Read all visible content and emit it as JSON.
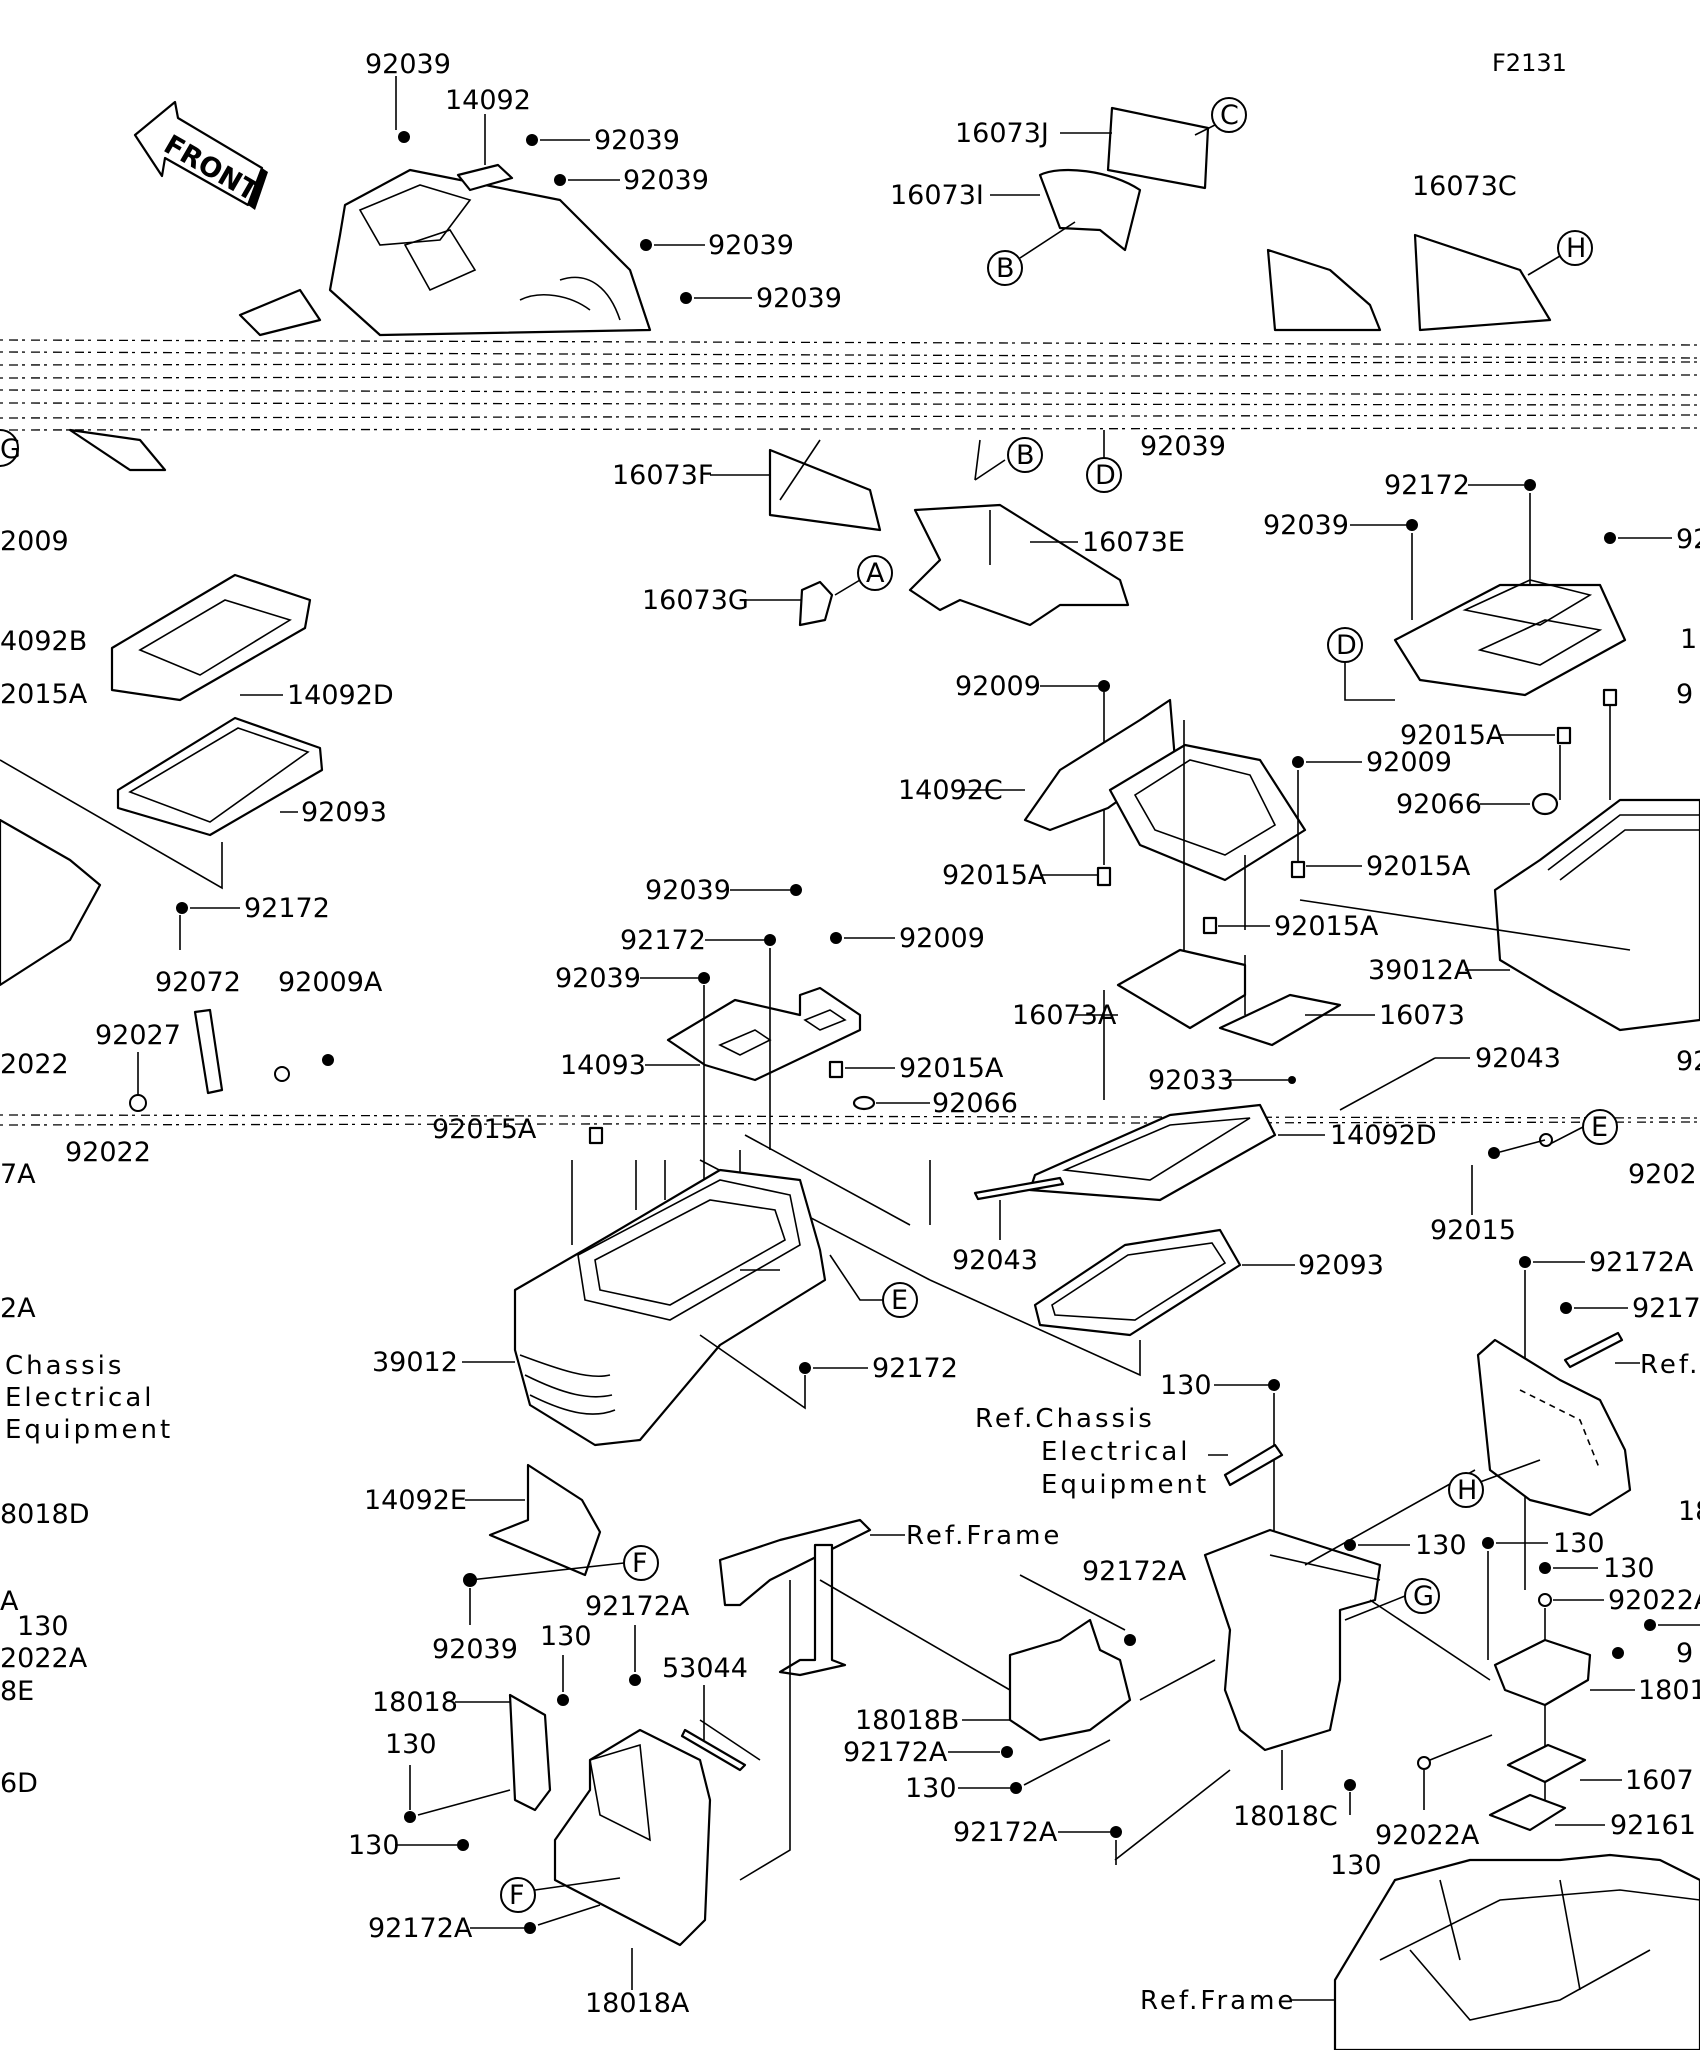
{
  "figure_code": "F2131",
  "front_arrow_label": "FRONT",
  "ref_texts": {
    "chassis_electrical_left": [
      "Chassis",
      "Electrical",
      "Equipment"
    ],
    "chassis_electrical_center": [
      "Ref.Chassis",
      "Electrical",
      "Equipment"
    ],
    "frame_center": "Ref.Frame",
    "frame_bottom": "Ref.Frame",
    "right_edge_ref": "Ref."
  },
  "callouts": {
    "c_top": "C",
    "b_top": "B",
    "h_top": "H",
    "a_mid": "A",
    "b_mid": "B",
    "d_mid": "D",
    "d_right": "D",
    "e_center": "E",
    "e_right": "E",
    "g_left": "G",
    "h_right": "H",
    "g_center": "G",
    "f_upper": "F",
    "f_lower": "F"
  },
  "labels": {
    "p92039_a": "92039",
    "p14092": "14092",
    "p92039_b": "92039",
    "p92039_c": "92039",
    "p92039_d": "92039",
    "p92039_e": "92039",
    "p16073J": "16073J",
    "p16073I": "16073I",
    "p16073C": "16073C",
    "p16073F": "16073F",
    "p16073E": "16073E",
    "p16073G": "16073G",
    "p92039_f": "92039",
    "p92172_a": "92172",
    "p92039_g": "92039",
    "p92009_left": "2009",
    "p14092B": "4092B",
    "p92015A_left": "2015A",
    "p14092D_left": "14092D",
    "p92093_left": "92093",
    "p92172_left": "92172",
    "p92072": "92072",
    "p92009A": "92009A",
    "p92027": "92027",
    "p92022_l1": "2022",
    "p92022_l2": "92022",
    "p7A": "7A",
    "p92009_c": "92009",
    "p14092C": "14092C",
    "p92015A_c1": "92015A",
    "p92009_c2": "92009",
    "p92015A_c2": "92015A",
    "p92015A_c3": "92015A",
    "p16073A": "16073A",
    "p16073": "16073",
    "p92039_h": "92039",
    "p92172_b": "92172",
    "p92009_d": "92009",
    "p92039_i": "92039",
    "p14093": "14093",
    "p92015A_d": "92015A",
    "p92066_a": "92066",
    "p92015A_e": "92015A",
    "p92033": "92033",
    "p92043_a": "92043",
    "p14092D_c": "14092D",
    "p92043_b": "92043",
    "p92093_c": "92093",
    "p39012": "39012",
    "p92172_c": "92172",
    "p92015A_r": "92015A",
    "p92066_r": "92066",
    "p39012A": "39012A",
    "p92015": "92015",
    "p9202": "9202",
    "p92172A_r1": "92172A",
    "p9217": "9217",
    "p130_a": "130",
    "p2A_left": "2A",
    "p8018D": "8018D",
    "p130_left": "130",
    "p2022A_left": "2022A",
    "p8E": "8E",
    "p6D": "6D",
    "pA_left": "A",
    "p14092E": "14092E",
    "p92039_j": "92039",
    "p92172A_a": "92172A",
    "p130_b": "130",
    "p53044": "53044",
    "p18018": "18018",
    "p130_c": "130",
    "p130_d": "130",
    "p92172A_b": "92172A",
    "p18018A": "18018A",
    "p92172A_c": "92172A",
    "p18018B": "18018B",
    "p92172A_d": "92172A",
    "p130_e": "130",
    "p92172A_e": "92172A",
    "p18018C": "18018C",
    "p130_f": "130",
    "p130_g": "130",
    "p130_h": "130",
    "p92022A_r": "92022A",
    "p9_r": "9",
    "p1801": "1801",
    "p1607_r": "1607",
    "p92161": "92161",
    "p92022A_b": "92022A",
    "p130_i": "130",
    "p18_r": "18",
    "p1_r": "1",
    "p92_r": "92",
    "p92_r2": "9",
    "p92_r3": "92",
    "p9_r4": "9"
  }
}
